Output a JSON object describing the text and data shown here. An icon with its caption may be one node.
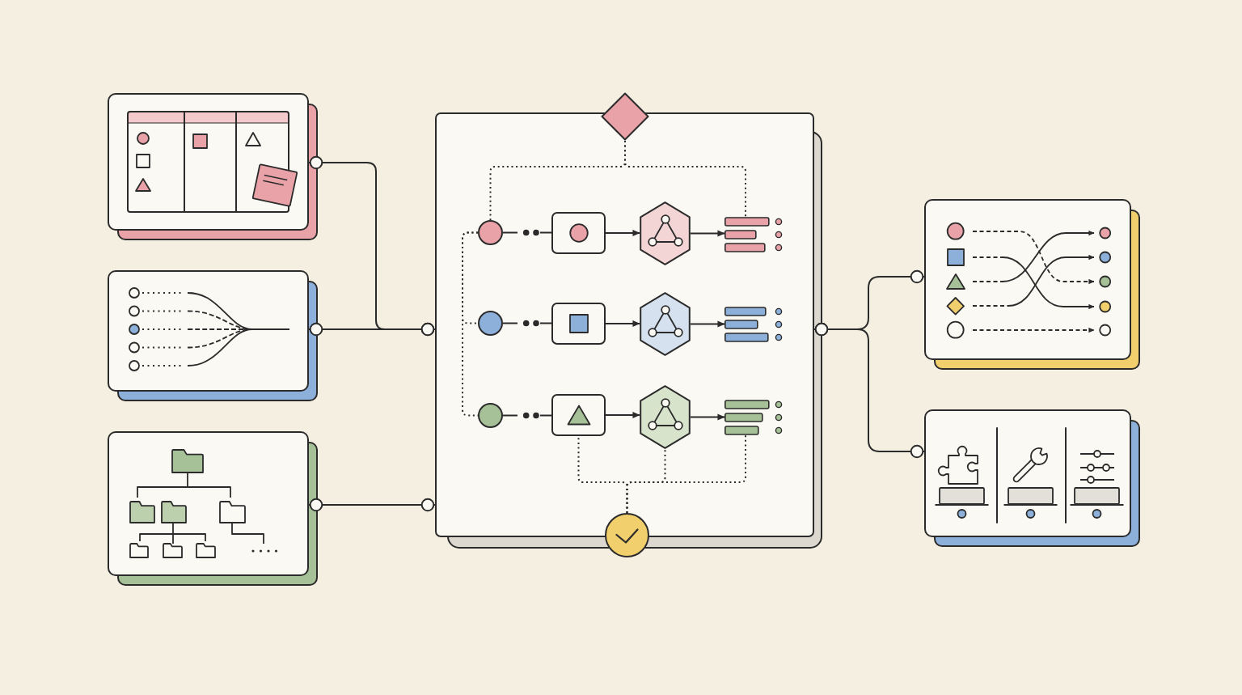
{
  "diagram": {
    "nodes": [
      {
        "text": [],
        "shape": "box"
      },
      {
        "text": [],
        "shape": "box"
      },
      {
        "text": [],
        "shape": "box"
      },
      {
        "text": [],
        "shape": "box"
      },
      {
        "text": [],
        "shape": "diamond"
      },
      {
        "text": [],
        "shape": "circle",
        "in": 3
      },
      {
        "text": [],
        "shape": "box",
        "in": 3
      },
      {
        "text": [],
        "shape": "hexagon",
        "in": 3
      },
      {
        "text": [],
        "shape": "list",
        "in": 3
      },
      {
        "text": [],
        "shape": "circle",
        "in": 3
      },
      {
        "text": [],
        "shape": "box",
        "in": 3
      },
      {
        "text": [],
        "shape": "hexagon",
        "in": 3
      },
      {
        "text": [],
        "shape": "list",
        "in": 3
      },
      {
        "text": [],
        "shape": "circle",
        "in": 3
      },
      {
        "text": [],
        "shape": "box",
        "in": 3
      },
      {
        "text": [],
        "shape": "hexagon",
        "in": 3
      },
      {
        "text": [],
        "shape": "list",
        "in": 3
      },
      {
        "text": [],
        "shape": "circle"
      },
      {
        "text": [],
        "shape": "box"
      },
      {
        "text": [],
        "shape": "box"
      }
    ],
    "edges": [
      {
        "from": 0,
        "to": 3,
        "arrow": "other"
      },
      {
        "from": 1,
        "to": 3,
        "arrow": "other"
      },
      {
        "from": 2,
        "to": 3,
        "arrow": "other"
      },
      {
        "from": 3,
        "to": 18,
        "arrow": "other"
      },
      {
        "from": 3,
        "to": 19,
        "arrow": "other"
      },
      {
        "from": 4,
        "to": 5,
        "arrow": "none",
        "style": "dashed"
      },
      {
        "from": 4,
        "to": 8,
        "arrow": "none",
        "style": "dashed"
      },
      {
        "from": 5,
        "to": 6,
        "arrow": "none",
        "style": "dashed"
      },
      {
        "from": 6,
        "to": 7,
        "arrow": "to"
      },
      {
        "from": 7,
        "to": 8,
        "arrow": "to"
      },
      {
        "from": 9,
        "to": 10,
        "arrow": "none",
        "style": "dashed"
      },
      {
        "from": 10,
        "to": 11,
        "arrow": "to"
      },
      {
        "from": 11,
        "to": 12,
        "arrow": "to"
      },
      {
        "from": 13,
        "to": 14,
        "arrow": "none",
        "style": "dashed"
      },
      {
        "from": 14,
        "to": 15,
        "arrow": "to"
      },
      {
        "from": 15,
        "to": 16,
        "arrow": "to"
      },
      {
        "from": 5,
        "to": 9,
        "arrow": "none",
        "style": "dashed"
      },
      {
        "from": 5,
        "to": 13,
        "arrow": "none",
        "style": "dashed"
      },
      {
        "from": 14,
        "to": 17,
        "arrow": "none",
        "style": "dashed"
      },
      {
        "from": 15,
        "to": 17,
        "arrow": "none",
        "style": "dashed"
      },
      {
        "from": 16,
        "to": 17,
        "arrow": "none",
        "style": "dashed"
      }
    ]
  }
}
